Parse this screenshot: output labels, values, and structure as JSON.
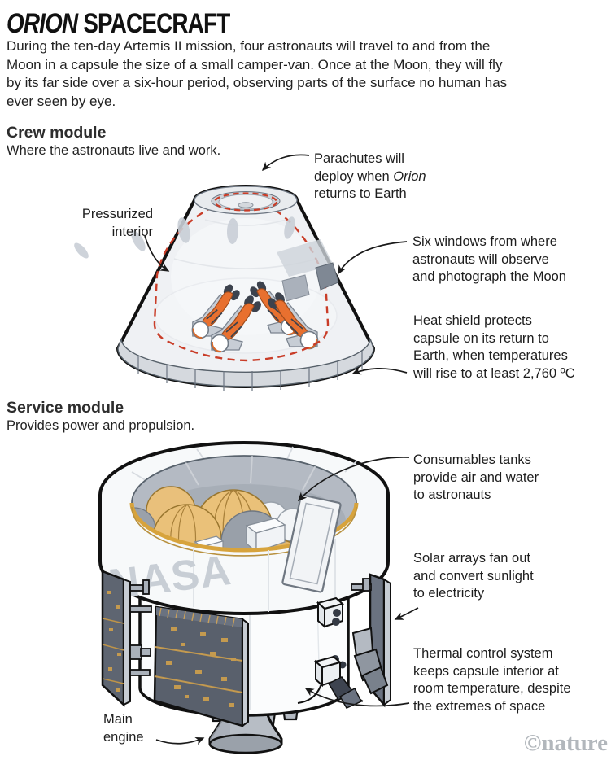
{
  "title": {
    "orion": "ORION",
    "rest": " SPACECRAFT"
  },
  "intro": {
    "text": "During the ten-day Artemis II mission, four astronauts will travel to and from the\nMoon in a capsule the size of a small camper-van. Once at the Moon, they will fly\nby its far side over a six-hour period, observing parts of the surface no human has\never seen by eye."
  },
  "sections": {
    "crew": {
      "heading": "Crew module",
      "sub": "Where the astronauts live and work."
    },
    "service": {
      "heading": "Service module",
      "sub": "Provides power and propulsion."
    }
  },
  "labels": {
    "pressurized": "Pressurized\ninterior",
    "parachutes_pre": "Parachutes will\ndeploy when ",
    "parachutes_italic": "Orion",
    "parachutes_post": "\nreturns to Earth",
    "windows": "Six windows from where\nastronauts will observe\nand photograph the Moon",
    "heat_shield": "Heat shield protects\ncapsule on its return to\nEarth, when temperatures\nwill rise to at least 2,760 ºC",
    "consumables": "Consumables tanks\nprovide air and water\nto astronauts",
    "solar": "Solar arrays fan out\nand convert sunlight\nto electricity",
    "thermal": "Thermal control system\nkeeps capsule interior at\nroom temperature, despite\nthe extremes of space",
    "main_engine": "Main\nengine"
  },
  "diagram": {
    "nasa_logo": "NASA"
  },
  "credit": {
    "text": "©nature"
  },
  "colors": {
    "accent_red": "#c93d28",
    "suit_orange": "#e8702f",
    "gold": "#d7a33c",
    "solar_panel": "#59606c",
    "credit_gray": "#b2b7bc"
  }
}
